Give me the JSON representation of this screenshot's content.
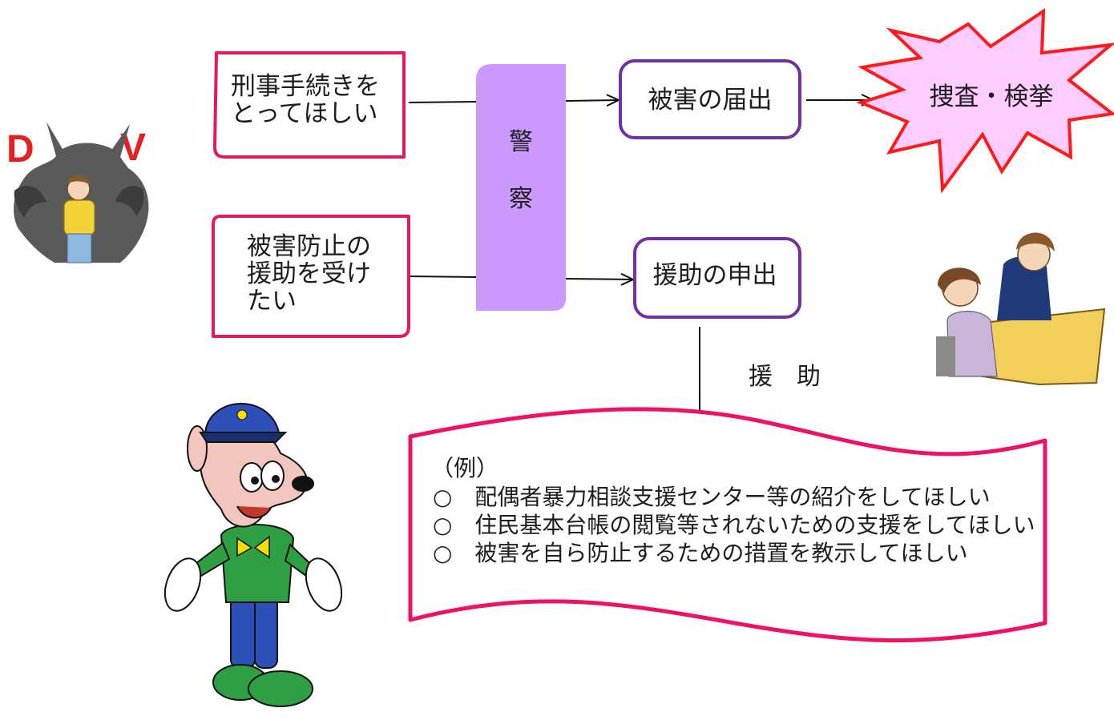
{
  "colors": {
    "request_box_border": "#e8175d",
    "action_box_border": "#7030a0",
    "police_bar": "#cc99ff",
    "burst_border": "#ff1a1a",
    "burst_fill": "#ffccff",
    "scroll_border": "#ee1166",
    "arrow": "#111111"
  },
  "requests": {
    "criminal": [
      "刑事手続きを",
      "とってほしい"
    ],
    "assistance": [
      "被害防止の",
      "援助を受け",
      "たい"
    ]
  },
  "police": {
    "char1": "警",
    "char2": "察"
  },
  "actions": {
    "report": "被害の届出",
    "apply": "援助の申出"
  },
  "result": "捜査・検挙",
  "assist_label": "援　助",
  "examples": {
    "heading": "（例）",
    "items": [
      "○　配偶者暴力相談支援センター等の紹介をしてほしい",
      "○　住民基本台帳の閲覧等されないための支援をしてほしい",
      "○　被害を自ら防止するための措置を教示してほしい"
    ]
  },
  "dv_logo": {
    "letter1": "D",
    "letter2": "V"
  }
}
